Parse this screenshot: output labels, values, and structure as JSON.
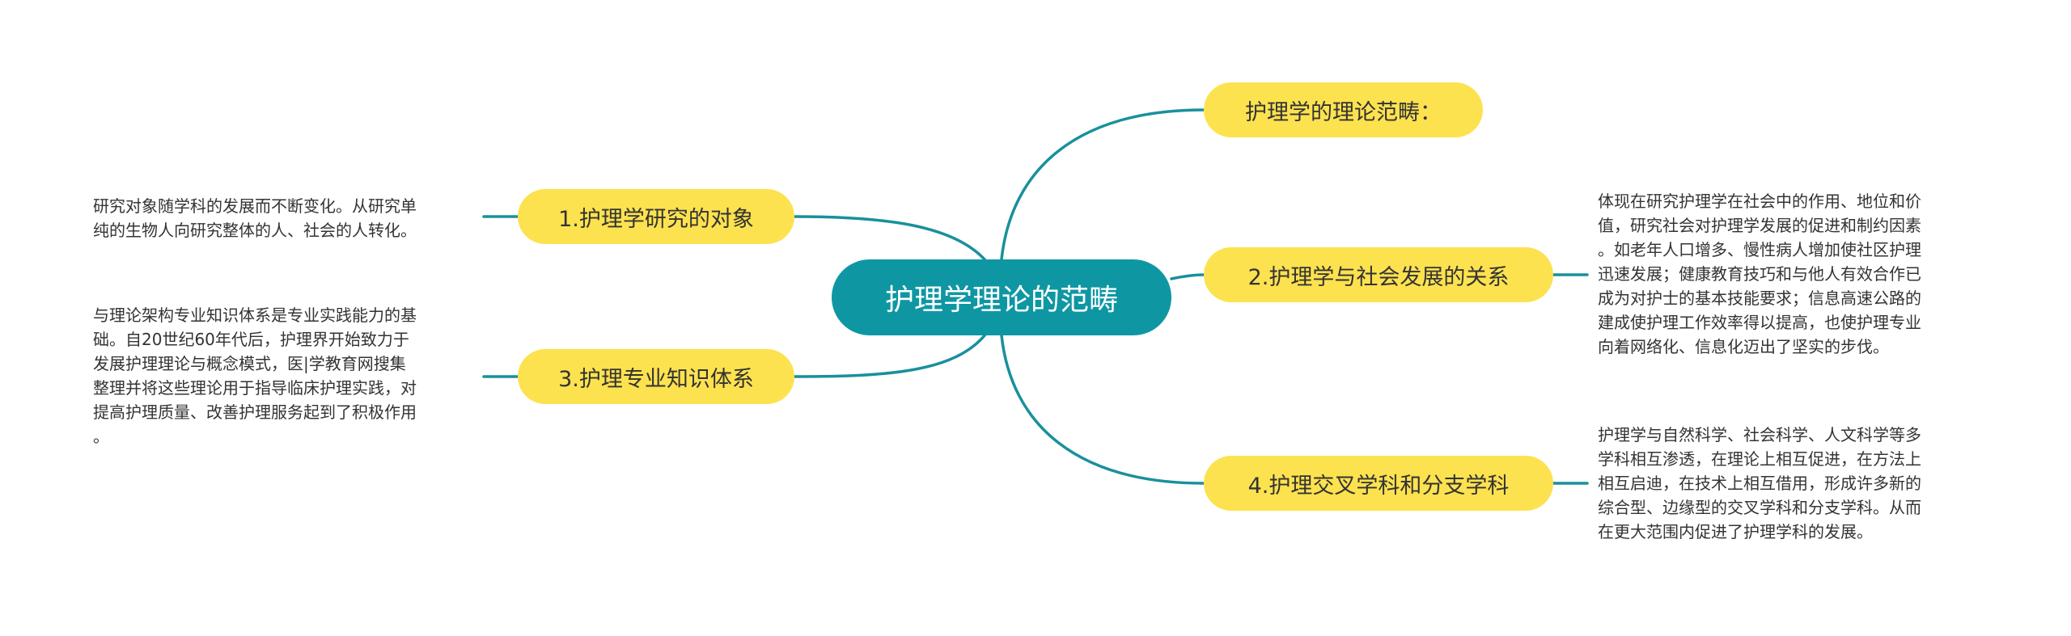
{
  "colors": {
    "center_fill": "#0e97a3",
    "branch_fill": "#fde24f",
    "link_stroke": "#19909c",
    "text": "#333333"
  },
  "center": {
    "label": "护理学理论的范畴"
  },
  "branches": {
    "title": "护理学的理论范畴：",
    "b1": {
      "label": "1.护理学研究的对象",
      "desc": "研究对象随学科的发展而不断变化。从研究单\n纯的生物人向研究整体的人、社会的人转化。"
    },
    "b2": {
      "label": "2.护理学与社会发展的关系",
      "desc": "体现在研究护理学在社会中的作用、地位和价\n值，研究社会对护理学发展的促进和制约因素\n。如老年人口增多、慢性病人增加使社区护理\n迅速发展；健康教育技巧和与他人有效合作已\n成为对护士的基本技能要求；信息高速公路的\n建成使护理工作效率得以提高，也使护理专业\n向着网络化、信息化迈出了坚实的步伐。"
    },
    "b3": {
      "label": "3.护理专业知识体系",
      "desc": "与理论架构专业知识体系是专业实践能力的基\n础。自20世纪60年代后，护理界开始致力于\n发展护理理论与概念模式，医|学教育网搜集\n整理并将这些理论用于指导临床护理实践，对\n提高护理质量、改善护理服务起到了积极作用\n。"
    },
    "b4": {
      "label": "4.护理交叉学科和分支学科",
      "desc": "护理学与自然科学、社会科学、人文科学等多\n学科相互渗透，在理论上相互促进，在方法上\n相互启迪，在技术上相互借用，形成许多新的\n综合型、边缘型的交叉学科和分支学科。从而\n在更大范围内促进了护理学科的发展。"
    }
  }
}
